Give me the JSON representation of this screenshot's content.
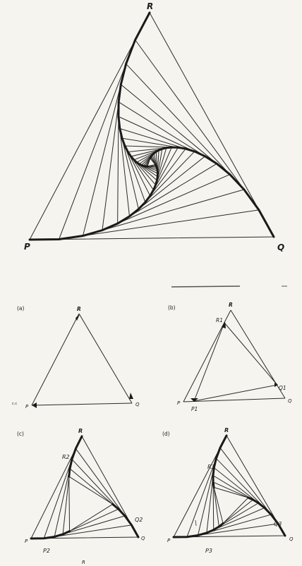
{
  "main_figure": {
    "labels": {
      "r": "R",
      "p": "P",
      "q": "Q"
    }
  },
  "panels": [
    {
      "id": "a",
      "caption": "(a)",
      "r": "R",
      "p": "P",
      "q": "Q",
      "extra": "c.c"
    },
    {
      "id": "b",
      "caption": "(b)",
      "r": "R",
      "p": "P",
      "q": "Q",
      "r1": "R1",
      "p1": "P1",
      "q1": "Q1"
    },
    {
      "id": "c",
      "caption": "(c)",
      "r": "R",
      "p": "P",
      "q": "Q",
      "r2": "R2",
      "p2": "P2",
      "q2": "Q2"
    },
    {
      "id": "d",
      "caption": "(d)",
      "r": "R",
      "p": "P",
      "q": "Q",
      "r3": "R3",
      "p3": "P3",
      "q3": "Q3"
    }
  ],
  "footer_label": "R",
  "colors": {
    "ink": "#1a1a1a",
    "paper": "#f6f4ee"
  }
}
